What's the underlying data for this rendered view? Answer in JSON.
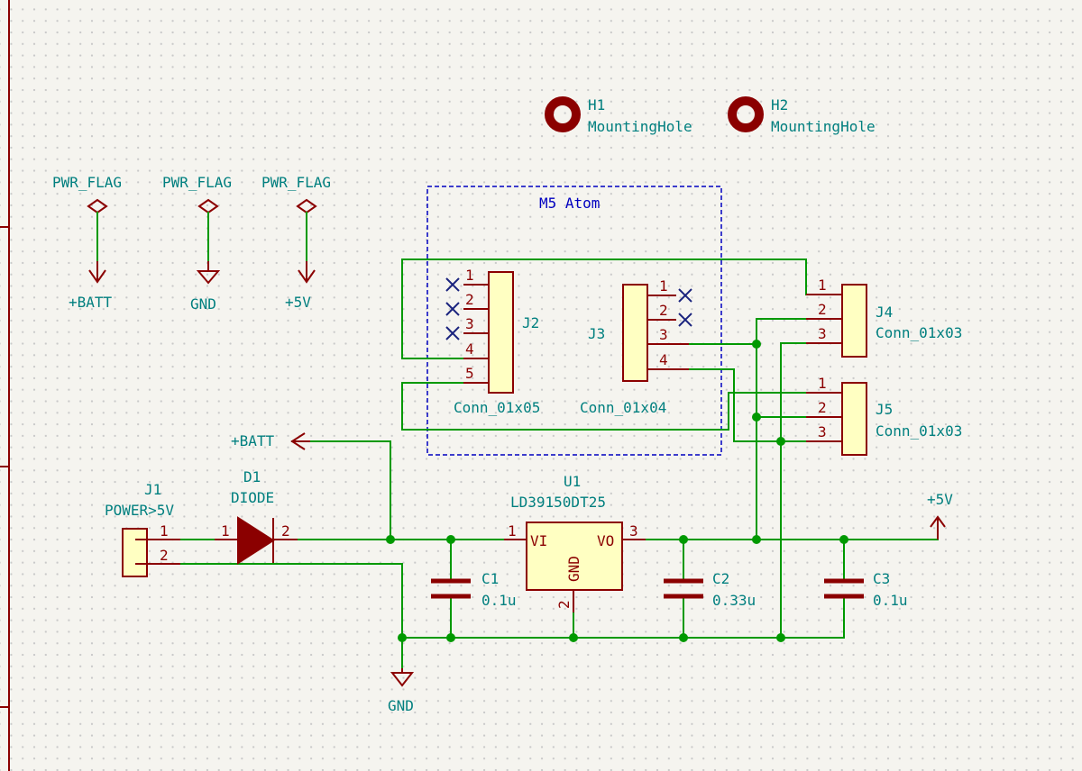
{
  "colors": {
    "background": "#f5f4ef",
    "wire": "#009900",
    "symbol": "#8b0000",
    "symbol_fill": "#ffffc2",
    "text": "#007f7f",
    "block": "#0000c0",
    "no_connect": "#1a237e"
  },
  "pwr_flags": {
    "flag1": {
      "label": "PWR_FLAG",
      "net": "+BATT"
    },
    "flag2": {
      "label": "PWR_FLAG",
      "net": "GND"
    },
    "flag3": {
      "label": "PWR_FLAG",
      "net": "+5V"
    }
  },
  "mounting_holes": {
    "h1": {
      "ref": "H1",
      "value": "MountingHole"
    },
    "h2": {
      "ref": "H2",
      "value": "MountingHole"
    }
  },
  "block": {
    "title": "M5 Atom"
  },
  "j2": {
    "ref": "J2",
    "value": "Conn_01x05",
    "pins": [
      "1",
      "2",
      "3",
      "4",
      "5"
    ]
  },
  "j3": {
    "ref": "J3",
    "value": "Conn_01x04",
    "pins": [
      "1",
      "2",
      "3",
      "4"
    ]
  },
  "j4": {
    "ref": "J4",
    "value": "Conn_01x03",
    "pins": [
      "1",
      "2",
      "3"
    ]
  },
  "j5": {
    "ref": "J5",
    "value": "Conn_01x03",
    "pins": [
      "1",
      "2",
      "3"
    ]
  },
  "j1": {
    "ref": "J1",
    "value": "POWER>5V",
    "pins": [
      "1",
      "2"
    ]
  },
  "d1": {
    "ref": "D1",
    "value": "DIODE",
    "pin_a": "1",
    "pin_k": "2"
  },
  "u1": {
    "ref": "U1",
    "value": "LD39150DT25",
    "pin_vi": "1",
    "pin_vo": "3",
    "pin_gnd": "2",
    "label_vi": "VI",
    "label_vo": "VO",
    "label_gnd": "GND"
  },
  "c1": {
    "ref": "C1",
    "value": "0.1u"
  },
  "c2": {
    "ref": "C2",
    "value": "0.33u"
  },
  "c3": {
    "ref": "C3",
    "value": "0.1u"
  },
  "nets": {
    "batt": "+BATT",
    "gnd": "GND",
    "v5": "+5V"
  }
}
